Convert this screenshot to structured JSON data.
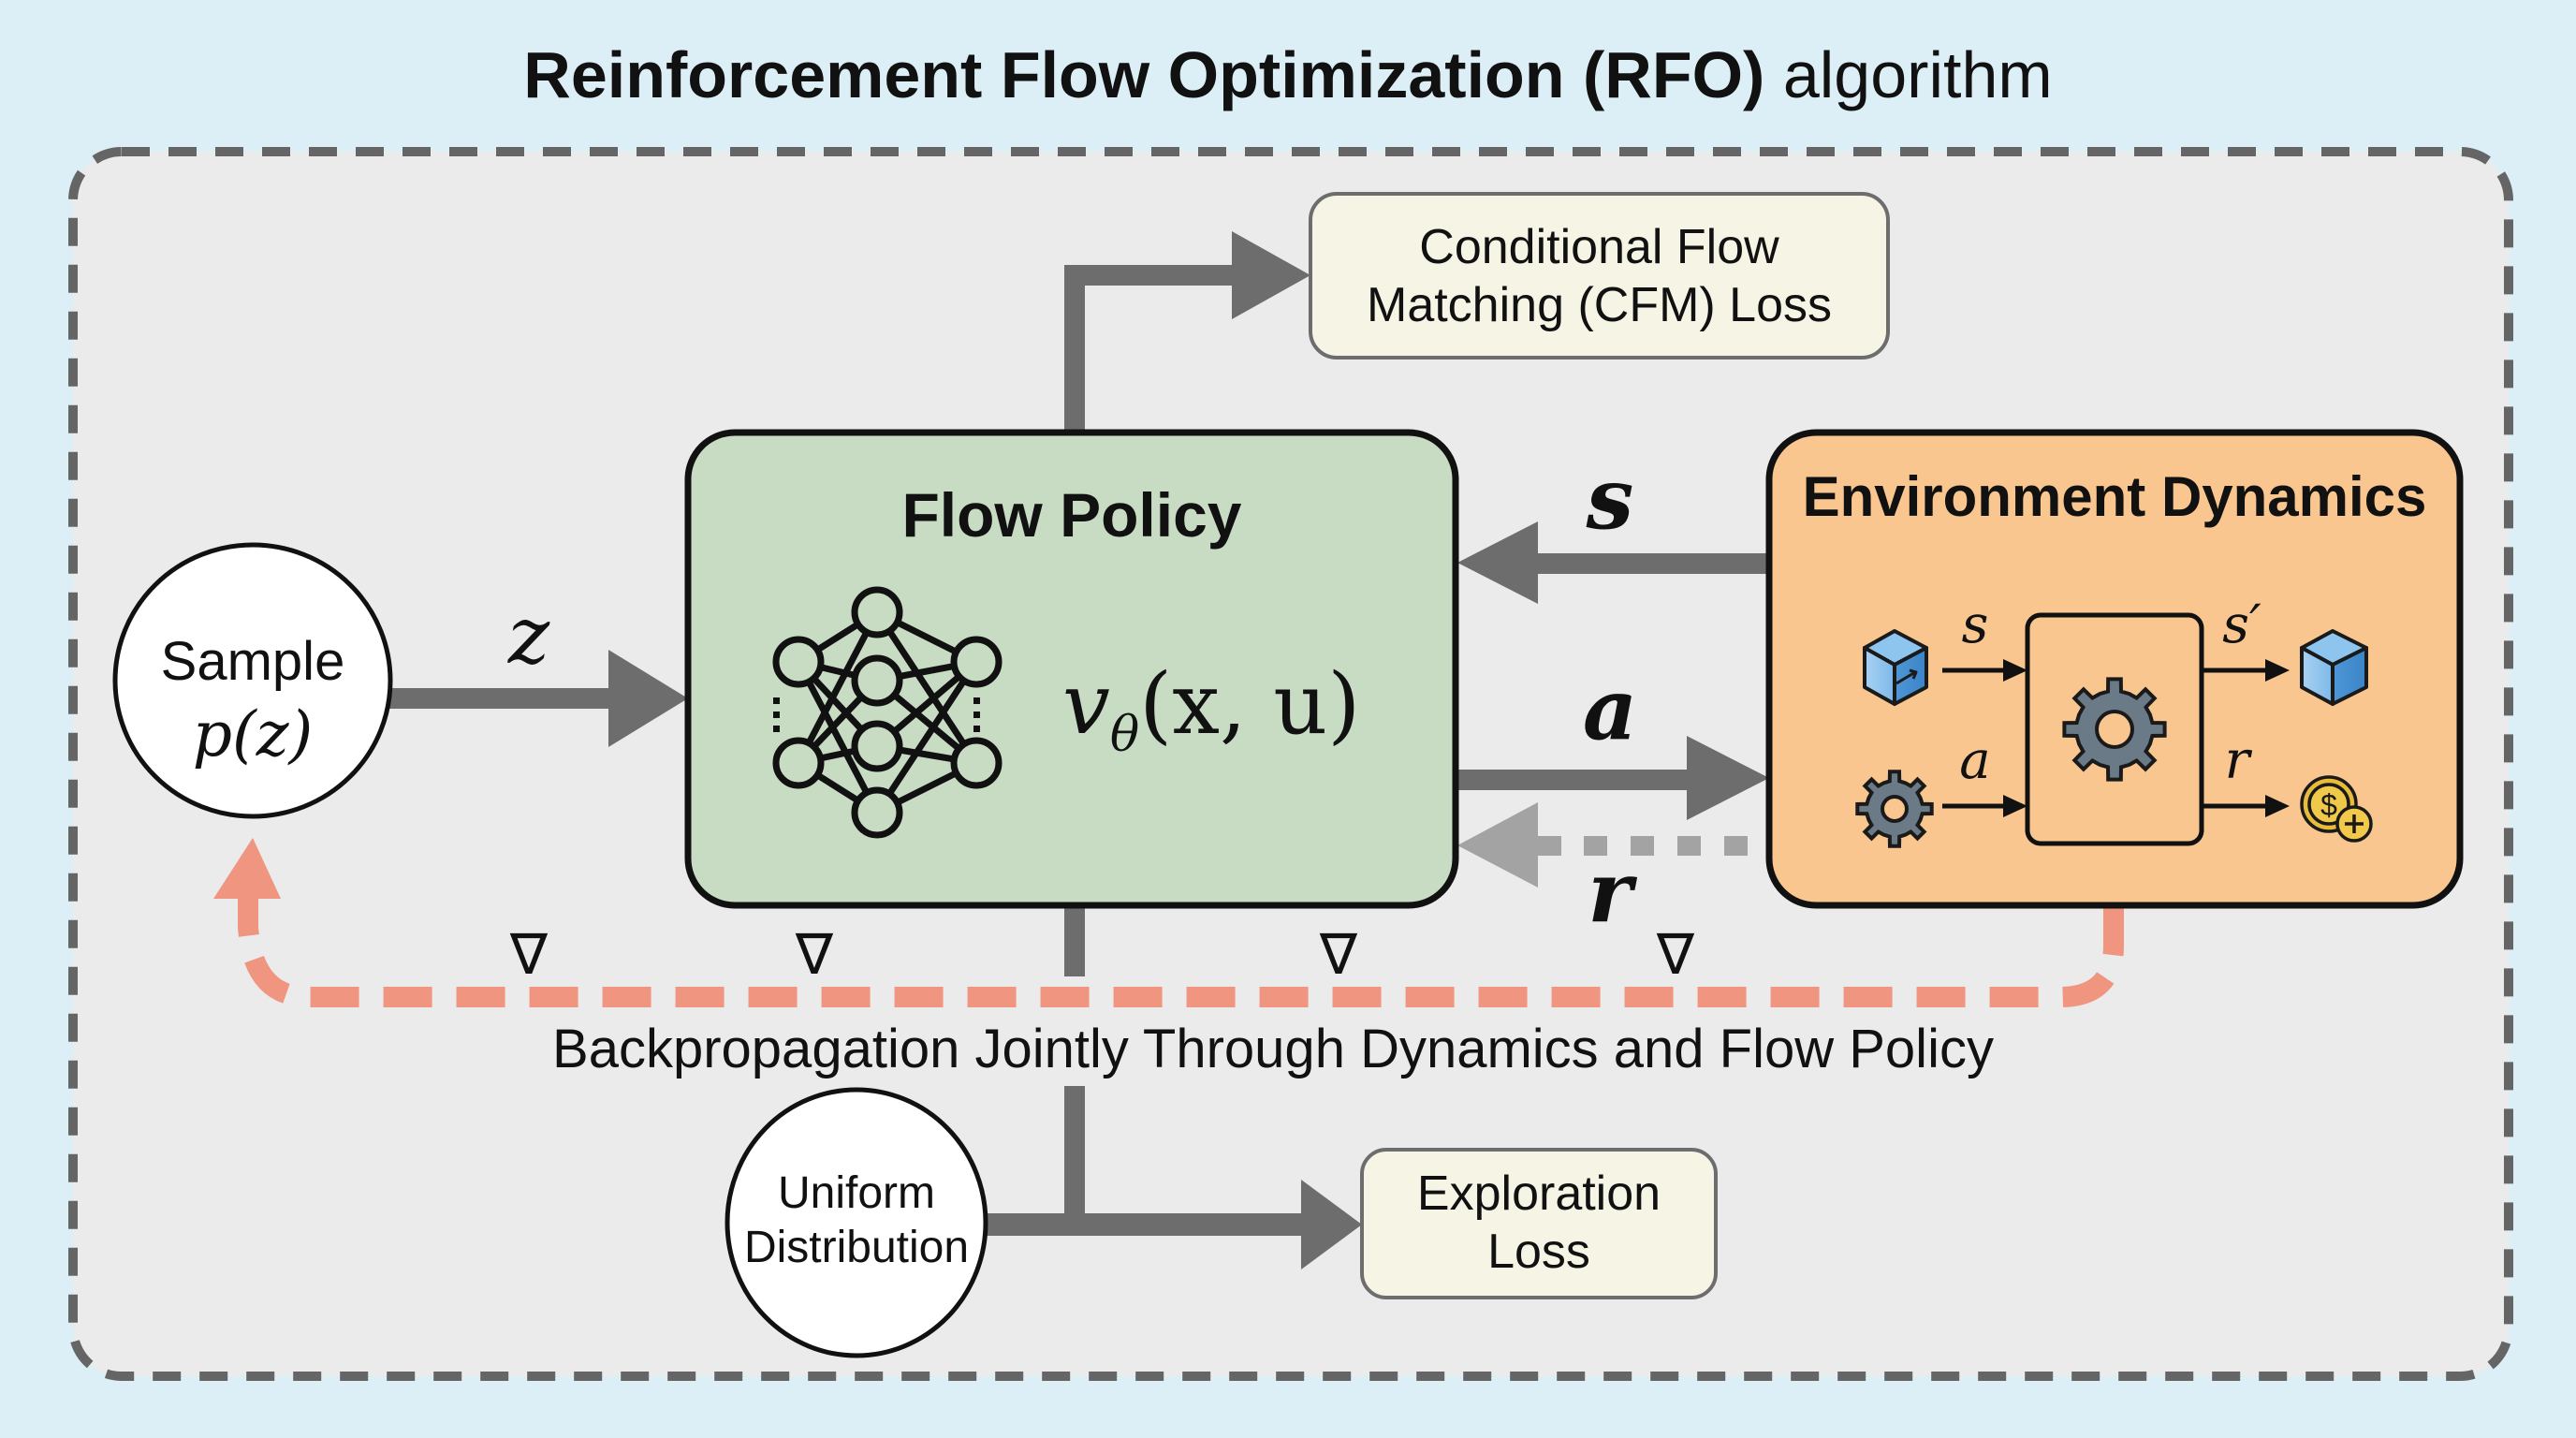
{
  "title": {
    "bold": "Reinforcement Flow Optimization (RFO)",
    "regular": "algorithm"
  },
  "nodes": {
    "sample": {
      "line1": "Sample",
      "line2": "p(z)"
    },
    "flow_policy": {
      "title": "Flow Policy",
      "formula": "v",
      "formula_sub": "θ",
      "formula_args": "(x, u)",
      "icon": "neural-network-icon"
    },
    "environment": {
      "title": "Environment Dynamics",
      "inputs": [
        {
          "label": "s",
          "icon": "state-cube-icon"
        },
        {
          "label": "a",
          "icon": "action-gear-icon"
        }
      ],
      "outputs": [
        {
          "label": "s′",
          "icon": "next-state-cube-icon"
        },
        {
          "label": "r",
          "icon": "reward-coin-icon"
        }
      ],
      "core_icon": "dynamics-gear-icon"
    },
    "cfm_loss": {
      "line1": "Conditional Flow",
      "line2": "Matching (CFM) Loss"
    },
    "uniform": {
      "line1": "Uniform",
      "line2": "Distribution"
    },
    "exploration_loss": {
      "line1": "Exploration",
      "line2": "Loss"
    }
  },
  "edges": {
    "z": "z",
    "s": "s",
    "a": "a",
    "r": "r"
  },
  "backprop": {
    "label": "Backpropagation Jointly Through Dynamics and Flow Policy",
    "gradient_symbol": "∇"
  },
  "colors": {
    "background": "#dceef6",
    "panel": "#ebebeb",
    "flow_policy_fill": "#c8dcc4",
    "environment_fill": "#f8c68e",
    "loss_fill": "#f6f4e4",
    "arrow_gray": "#6d6d6d",
    "backprop_red": "#ef9580"
  }
}
